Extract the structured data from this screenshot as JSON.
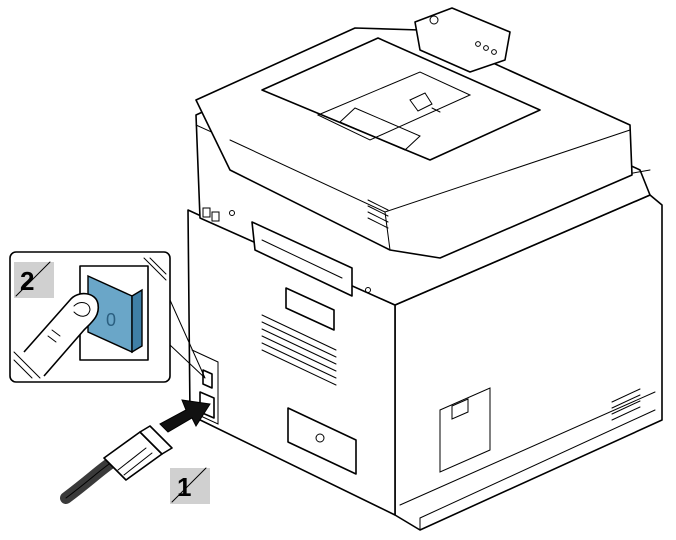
{
  "steps": [
    {
      "number": "1"
    },
    {
      "number": "2"
    }
  ],
  "switch_mark": "0",
  "colors": {
    "line": "#000000",
    "switch": "#6aa6c8",
    "switch_shadow": "#3f7fa6",
    "cable": "#3a3a3a",
    "arrow": "#111111",
    "badge": "#d0d0d0"
  }
}
